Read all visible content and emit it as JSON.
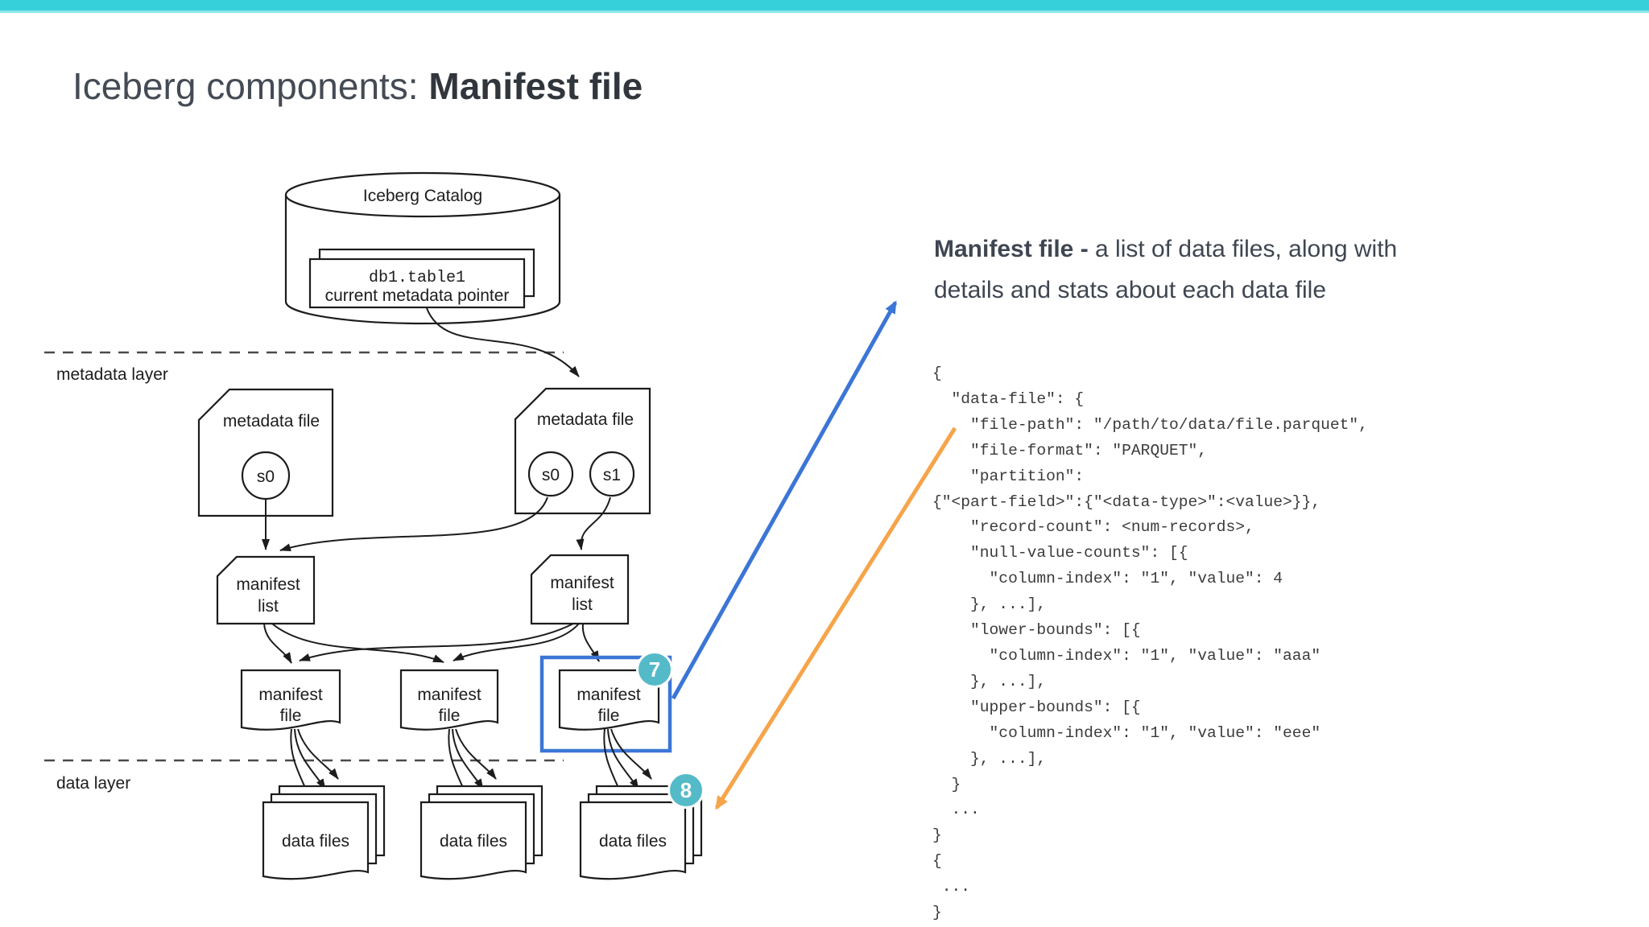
{
  "colors": {
    "top_bar": "#35d0da",
    "top_bar_edge": "#8ce5ec",
    "ink": "#1c1c1c",
    "title_text": "#3d434b",
    "heading_text": "#3f4651",
    "code_text": "#3b3b3b",
    "accent_blue": "#3b76d6",
    "accent_orange": "#f6a44a",
    "badge_fill": "#54bac8",
    "dashed_line": "#4a4a4a"
  },
  "title": {
    "regular": "Iceberg components: ",
    "bold": "Manifest file"
  },
  "diagram": {
    "catalog_label": "Iceberg Catalog",
    "pointer_table": "db1.table1",
    "pointer_caption": "current metadata pointer",
    "metadata_layer_label": "metadata layer",
    "data_layer_label": "data layer",
    "metadata_file_label": "metadata file",
    "snapshot_s0": "s0",
    "snapshot_s1": "s1",
    "manifest_word": "manifest",
    "list_word": "list",
    "file_word": "file",
    "data_files_label": "data files",
    "badge_manifest_file": "7",
    "badge_data_files": "8"
  },
  "annotation": {
    "heading_bold": "Manifest file -",
    "heading_line1_rest": " a list of data files, along with",
    "heading_line2": "details and stats about each data file",
    "code_lines": [
      "{",
      "  \"data-file\": {",
      "    \"file-path\": \"/path/to/data/file.parquet\",",
      "    \"file-format\": \"PARQUET\",",
      "    \"partition\":",
      "{\"<part-field>\":{\"<data-type>\":<value>}},",
      "    \"record-count\": <num-records>,",
      "    \"null-value-counts\": [{",
      "      \"column-index\": \"1\", \"value\": 4",
      "    }, ...],",
      "    \"lower-bounds\": [{",
      "      \"column-index\": \"1\", \"value\": \"aaa\"",
      "    }, ...],",
      "    \"upper-bounds\": [{",
      "      \"column-index\": \"1\", \"value\": \"eee\"",
      "    }, ...],",
      "  }",
      "  ...",
      "}",
      "{",
      " ...",
      "}"
    ]
  }
}
